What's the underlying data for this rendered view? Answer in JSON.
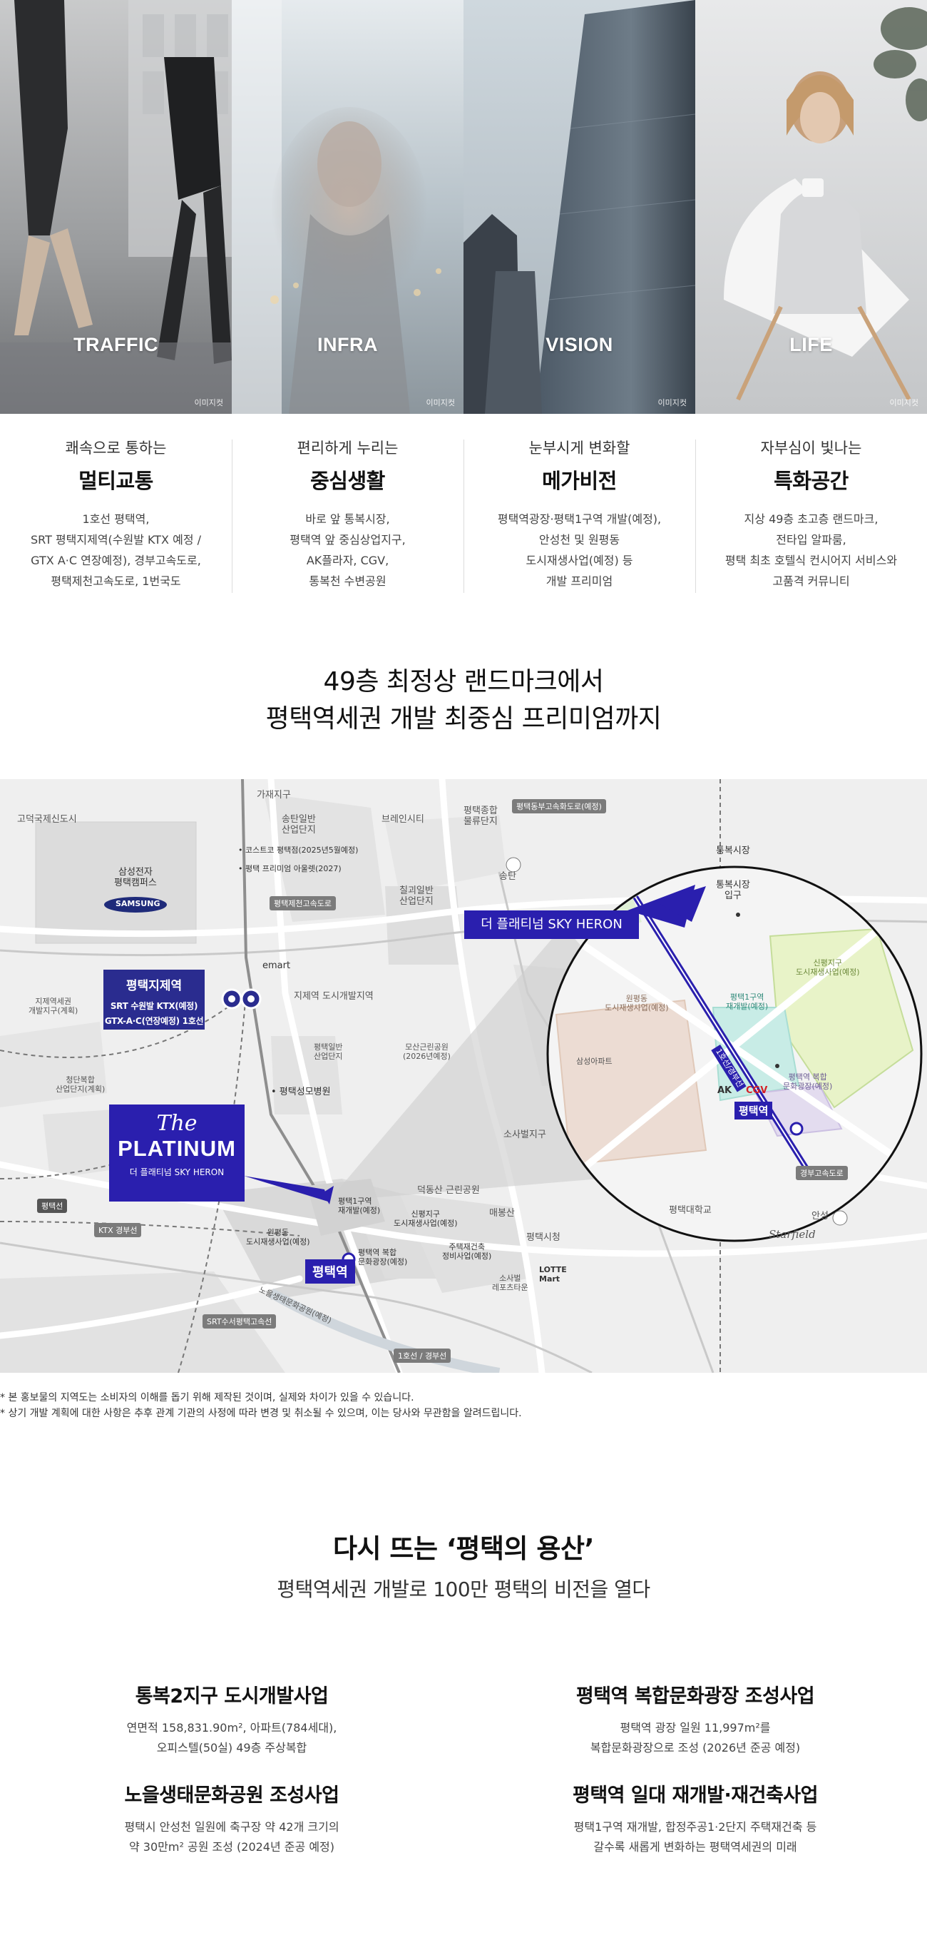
{
  "hero": {
    "panels": [
      {
        "label": "TRAFFIC",
        "note": "이미지컷"
      },
      {
        "label": "INFRA",
        "note": "이미지컷"
      },
      {
        "label": "VISION",
        "note": "이미지컷"
      },
      {
        "label": "LIFE",
        "note": "이미지컷"
      }
    ]
  },
  "features": [
    {
      "sub": "쾌속으로 통하는",
      "title": "멀티교통",
      "desc": "1호선 평택역,\nSRT 평택지제역(수원발 KTX 예정 /\nGTX A·C 연장예정), 경부고속도로,\n평택제천고속도로, 1번국도"
    },
    {
      "sub": "편리하게 누리는",
      "title": "중심생활",
      "desc": "바로 앞 통복시장,\n평택역 앞 중심상업지구,\nAK플라자, CGV,\n통복천 수변공원"
    },
    {
      "sub": "눈부시게 변화할",
      "title": "메가비전",
      "desc": "평택역광장·평택1구역 개발(예정),\n안성천 및 원평동\n도시재생사업(예정) 등\n개발 프리미엄"
    },
    {
      "sub": "자부심이 빛나는",
      "title": "특화공간",
      "desc": "지상 49층 초고층 랜드마크,\n전타입 알파룸,\n평택 최초 호텔식 컨시어지 서비스와\n고품격 커뮤니티"
    }
  ],
  "headline": "49층 최정상 랜드마크에서\n평택역세권 개발 최중심 프리미엄까지",
  "map": {
    "labels": {
      "gajae": "가재지구",
      "gomun": "고덕국제신도시",
      "songtan_ind": "송탄일반\n산업단지",
      "brain": "브레인시티",
      "logistics": "평택종합\n물류단지",
      "pyeongdong_hw": "평택동부고속화도로(예정)",
      "costco": "• 코스트코 평택점(2025년5월예정)",
      "outlet": "• 평택 프리미엄 아울렛(2027)",
      "samsung": "삼성전자\n평택캠퍼스",
      "samsung_logo": "SAMSUNG",
      "pj_hw": "평택제천고속도로",
      "chilgoe": "칠괴일반\n산업단지",
      "songtan": "송탄",
      "jije_dev": "지제역세권\n개발지구(계획)",
      "emart": "emart",
      "jije_city": "지제역 도시개발지역",
      "ilban": "평택일반\n산업단지",
      "mose": "모산근린공원\n(2026년예정)",
      "cheongdan": "청단복합\n산업단지(계획)",
      "seongmo": "• 평택성모병원",
      "sosabeol": "소사벌지구",
      "pyeongtaek_line": "평택선",
      "ktx": "KTX 경부선",
      "deokdong": "덕동산 근린공원",
      "gu1": "평택1구역\n재개발(예정)",
      "sinpyeong_s": "신평지구\n도시재생사업(예정)",
      "maebong": "매봉산",
      "wonpyeong_s": "원평동\n도시재생사업(예정)",
      "plaza_s": "평택역 복합\n문화광장(예정)",
      "rebuild": "주택재건축\n정비사업(예정)",
      "cityhall": "평택시청",
      "lotte": "LOTTE\nMart",
      "sosabeol_town": "소사벌\n레포츠타운",
      "noeul": "노을생태문화공원(예정)",
      "srt": "SRT수서평택고속선",
      "line1": "1호선 / 경부선",
      "univ": "평택대학교",
      "gyeongbu_hw": "경부고속도로",
      "anseong": "안성",
      "starfield": "Starfield",
      "tongbok": "통복시장",
      "tongbok_entry": "통복시장\n입구",
      "sinpyeong_z": "신평지구\n도시재생사업(예정)",
      "wonpyeong_z": "원평동\n도시재생사업(예정)",
      "gu1_z": "평택1구역\n재개발(예정)",
      "samsung_apt": "삼성아파트",
      "line1_z": "1호선/경부선",
      "plaza_z": "평택역 복합\n문화광장(예정)",
      "ak": "AK",
      "cgv": "CGV",
      "station_z": "평택역"
    },
    "station_box": {
      "name": "평택지제역",
      "line_a": "SRT 수원발 KTX(예정)",
      "line_b": "GTX-A·C(연장예정) 1호선"
    },
    "brand": {
      "script": "The",
      "name": "PLATINUM",
      "sub": "더 플래티넘 SKY HERON"
    },
    "callout": "더 플래티넘 SKY HERON",
    "station": "평택역"
  },
  "notes": [
    "본 홍보물의 지역도는 소비자의 이해를 돕기 위해 제작된 것이며, 실제와 차이가 있을 수 있습니다.",
    "상기 개발 계획에 대한 사항은 추후 관계 기관의 사정에 따라 변경 및 취소될 수 있으며, 이는 당사와 무관함을 알려드립니다."
  ],
  "section": {
    "title": "다시 뜨는 ‘평택의 용산’",
    "subtitle": "평택역세권 개발로 100만 평택의 비전을 열다"
  },
  "projects": [
    {
      "title": "통복2지구 도시개발사업",
      "desc": "연면적 158,831.90m², 아파트(784세대),\n오피스텔(50실) 49층 주상복합"
    },
    {
      "title": "평택역 복합문화광장 조성사업",
      "desc": "평택역 광장 일원 11,997m²를\n복합문화광장으로 조성 (2026년 준공 예정)"
    },
    {
      "title": "노을생태문화공원 조성사업",
      "desc": "평택시 안성천 일원에 축구장 약 42개 크기의\n약 30만m² 공원 조성 (2024년 준공 예정)"
    },
    {
      "title": "평택역 일대 재개발·재건축사업",
      "desc": "평택1구역 재개발, 합정주공1·2단지 주택재건축 등\n갈수록 새롭게 변화하는 평택역세권의 미래"
    }
  ],
  "colors": {
    "brand": "#2a1fae",
    "station_box": "#2a2c8f"
  }
}
